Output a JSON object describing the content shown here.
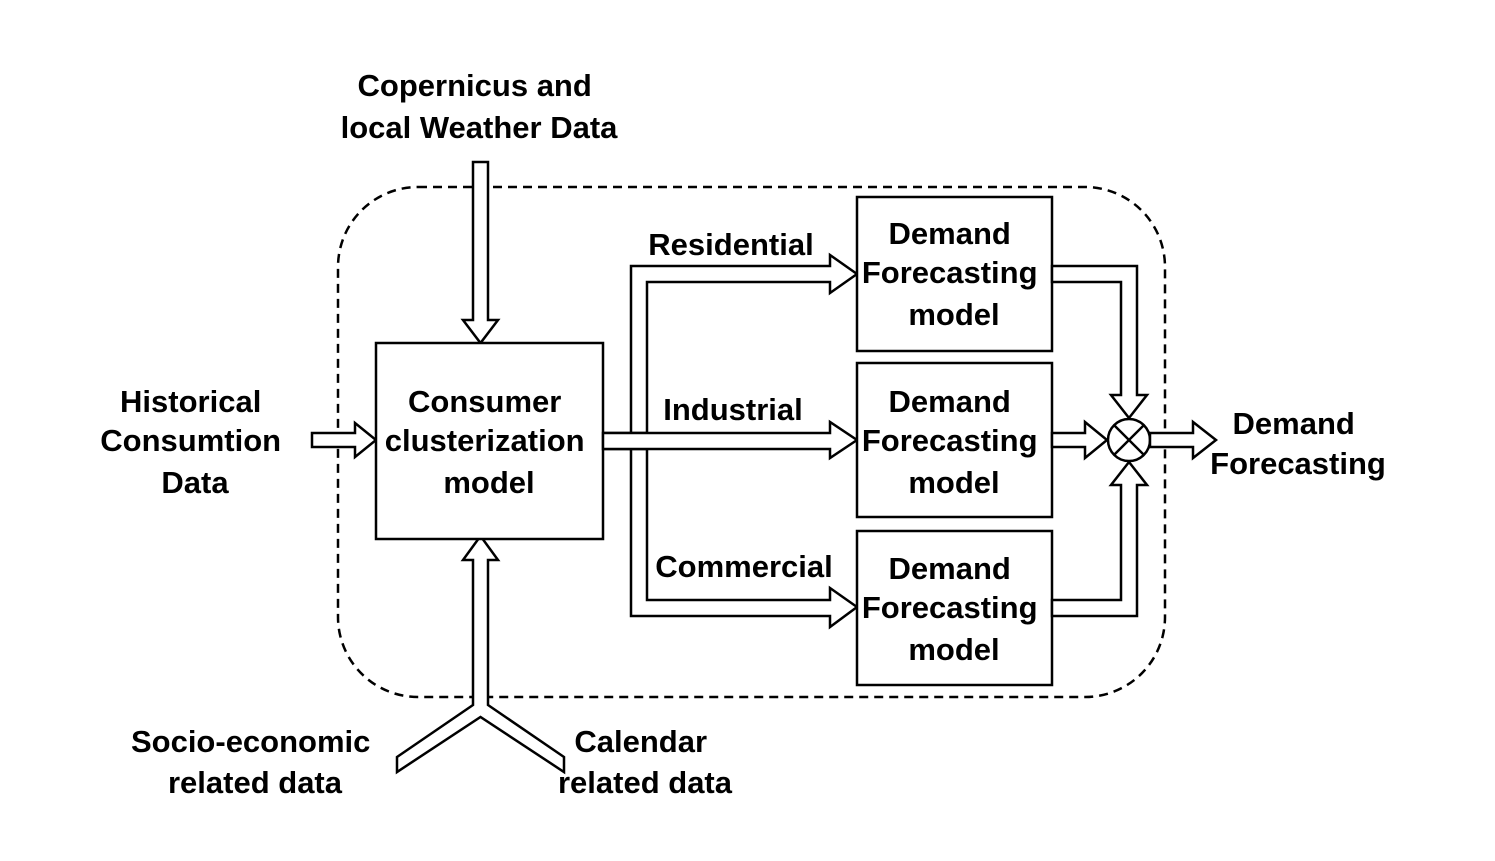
{
  "inputs": {
    "weather": [
      "Copernicus and",
      "local Weather Data"
    ],
    "historical": [
      "Historical",
      "Consumtion",
      "Data"
    ],
    "socio": [
      "Socio-economic",
      "related data"
    ],
    "calendar": [
      "Calendar",
      "related data"
    ]
  },
  "clusterization": [
    "Consumer",
    "clusterization",
    "model"
  ],
  "segments": {
    "residential": "Residential",
    "industrial": "Industrial",
    "commercial": "Commercial"
  },
  "forecast_models": [
    [
      "Demand",
      "Forecasting",
      "model"
    ],
    [
      "Demand",
      "Forecasting",
      "model"
    ],
    [
      "Demand",
      "Forecasting",
      "model"
    ]
  ],
  "output": [
    "Demand",
    "Forecasting"
  ]
}
